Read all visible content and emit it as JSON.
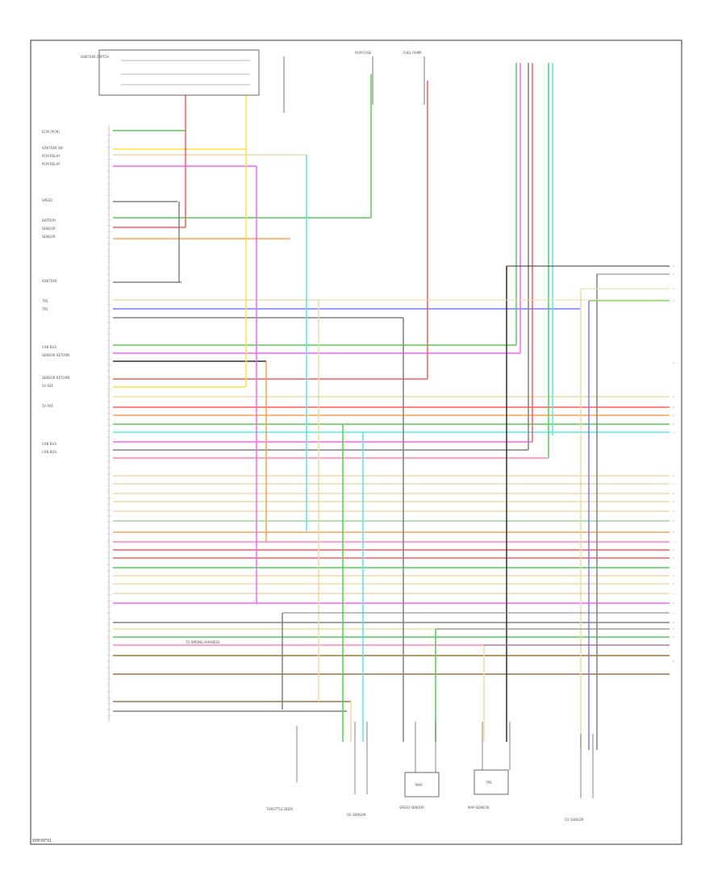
{
  "diagram_code": "W8H9F91",
  "colors": {
    "red": "#ff5a5a",
    "yellow": "#ffe040",
    "cyan": "#50e8f0",
    "green": "#50d050",
    "magenta": "#ff60ff",
    "blue": "#7878ff",
    "orange": "#ffa050",
    "tan": "#f0d8a0",
    "gray": "#808080",
    "black": "#303030",
    "brown": "#a07040",
    "pink": "#ff80b0",
    "lightgreen": "#90e090"
  },
  "left_labels": [
    "ECM (PCM)",
    "IGNITION SW",
    "PCM RELAY",
    "PCM RELAY",
    "SPEED",
    "BATTERY",
    "SENSOR",
    "SENSOR",
    "IGNITION",
    "TPS",
    "TPS",
    "CAN BUS",
    "SENSOR RETURN",
    "SENSOR RETURN",
    "5V REF",
    "5V REF",
    "CAN BUS",
    "CAN BUS"
  ],
  "component_labels": {
    "ignition_switch": "IGNITION SWITCH",
    "pcm_fuse": "PCM FUSE",
    "fuel_pump": "FUEL PUMP",
    "throttle": "THROTTLE BODY",
    "o2": "O2 SENSOR",
    "speed": "SPEED SENSOR",
    "map": "MAP SENSOR",
    "map_box": "MAP",
    "tps_box": "TPS",
    "o2_right": "O2 SENSOR",
    "note": "TO WIRING HARNESS"
  }
}
